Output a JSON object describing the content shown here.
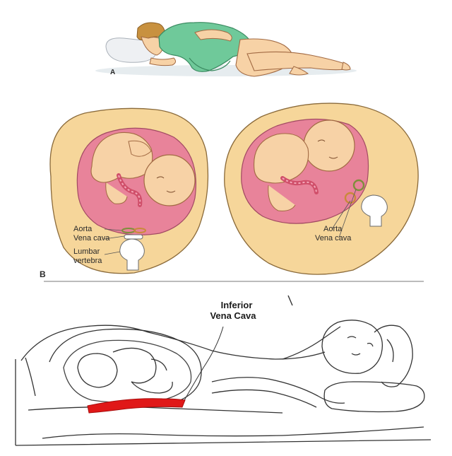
{
  "labels": {
    "a": "A",
    "b": "B",
    "aorta_left": "Aorta",
    "vena_cava_left": "Vena cava",
    "lumbar": "Lumbar",
    "vertebra": "vertebra",
    "aorta_right": "Aorta",
    "vena_cava_right": "Vena cava",
    "inferior": "Inferior",
    "vena_cava_bottom": "Vena Cava"
  },
  "colors": {
    "skin": "#f7d2a6",
    "gown": "#6fc99a",
    "abdomen_fill": "#f6d69a",
    "uterus": "#e8839a",
    "cord": "#d04f6a",
    "vessel_red": "#e01818",
    "line": "#333333"
  }
}
